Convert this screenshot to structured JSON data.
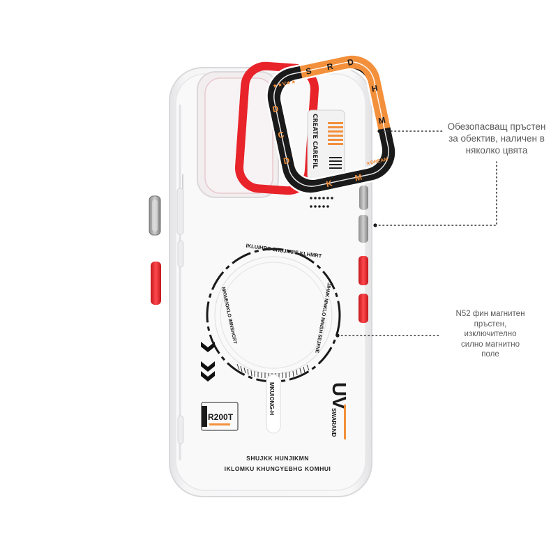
{
  "image": {
    "subject": "transparent-phone-case",
    "background_color": "#ffffff",
    "case_color": "#f5f5f5",
    "accent_red": "#e8232a",
    "accent_orange": "#f3903c",
    "accent_dark": "#1a1a1a"
  },
  "callouts": {
    "lens_ring": {
      "line1": "Обезопасващ пръстен",
      "line2": "за обектив, наличен в",
      "line3": "няколко цвята"
    },
    "magnet_ring": {
      "line1": "N52 фин магнитен",
      "line2": "пръстен,",
      "line3": "изключително",
      "line4": "силно магнитно",
      "line5": "поле"
    }
  },
  "case_print": {
    "line1": "SHUJKK HUNJIKMN",
    "line2": "IKLOMKU KHUNGYEBHG KOMHUI",
    "create_text": "CREATE CAREFIL",
    "uv_mark": "UV",
    "uv_sub": "SWARAND",
    "badge_text": "R200T",
    "ring_tag": "MKUIONG-H",
    "ring_text_top": "IKLUIHRG SHUJMJIE KLHMRT",
    "ring_text_left": "MKWEIOKLO IMNSHCRT",
    "ring_text_right": "JIHNK MNKLO IMNSH SEJFNE"
  },
  "lens_ring_letters": {
    "top": [
      "S",
      "R",
      "D"
    ],
    "right": [
      "H",
      "M"
    ],
    "left": [
      "D",
      "C",
      "D"
    ],
    "bottom": [
      "K",
      "M"
    ],
    "top_left_mark": "★★V★★",
    "corner_mark": "★DREAM"
  }
}
